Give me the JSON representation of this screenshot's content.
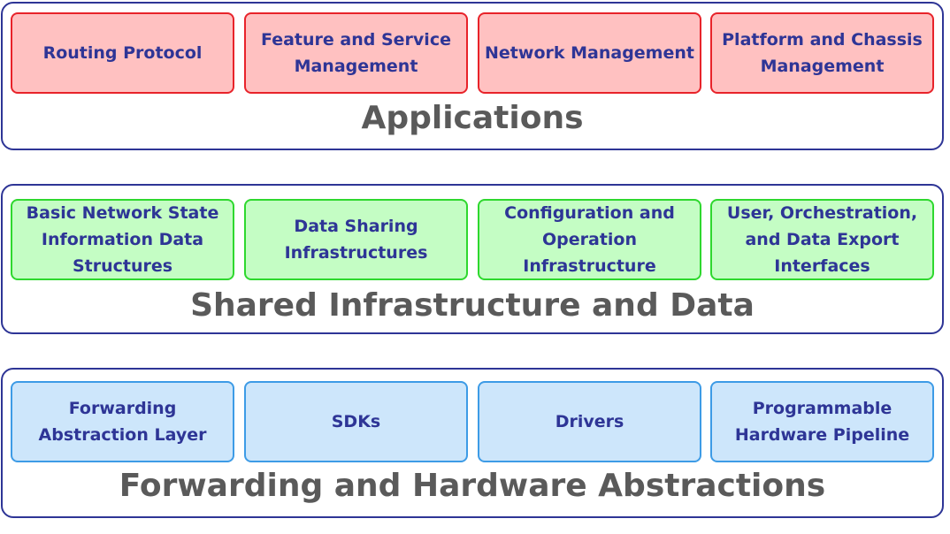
{
  "layers": [
    {
      "title": "Applications",
      "boxes": [
        "Routing Protocol",
        "Feature and Service Management",
        "Network Management",
        "Platform and Chassis Management"
      ]
    },
    {
      "title": "Shared Infrastructure and Data",
      "boxes": [
        "Basic Network State Information Data Structures",
        "Data Sharing Infrastructures",
        "Configuration and Operation Infrastructure",
        "User, Orchestration, and Data Export Interfaces"
      ]
    },
    {
      "title": "Forwarding and Hardware Abstractions",
      "boxes": [
        "Forwarding Abstraction Layer",
        "SDKs",
        "Drivers",
        "Programmable Hardware Pipeline"
      ]
    }
  ],
  "colors": {
    "layer_border": "#2e3596",
    "box_text": "#2e3596",
    "title_text": "#5a5a5a",
    "applications_fill": "#ffc1c1",
    "applications_border": "#e8232a",
    "shared_fill": "#c4fdc4",
    "shared_border": "#2ed82e",
    "forwarding_fill": "#cde6fb",
    "forwarding_border": "#3d9be6"
  }
}
